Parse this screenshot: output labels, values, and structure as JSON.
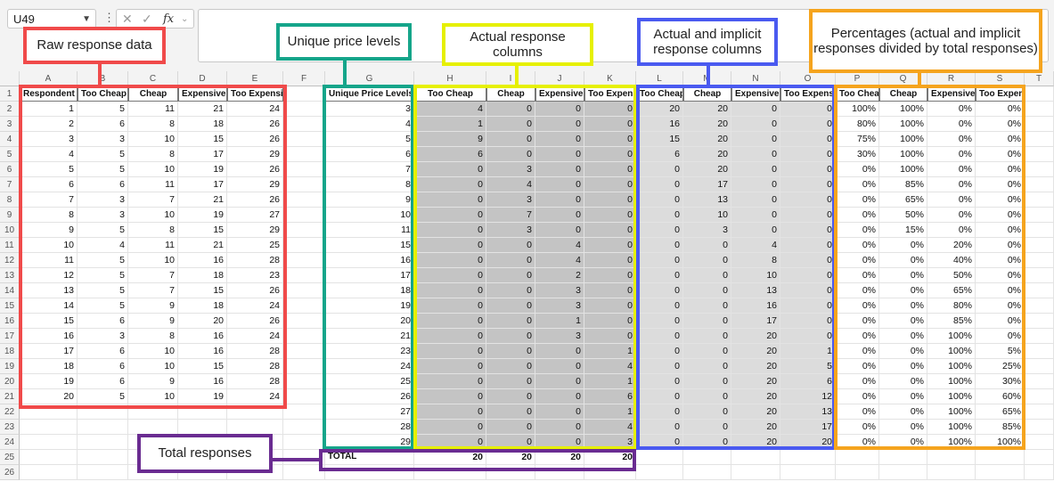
{
  "formula_bar": {
    "name_box": "U49",
    "function_icon": "fx"
  },
  "columns": [
    "A",
    "B",
    "C",
    "D",
    "E",
    "F",
    "G",
    "H",
    "I",
    "J",
    "K",
    "L",
    "M",
    "N",
    "O",
    "P",
    "Q",
    "R",
    "S",
    "T"
  ],
  "rows": [
    "1",
    "2",
    "3",
    "4",
    "5",
    "6",
    "7",
    "8",
    "9",
    "10",
    "11",
    "12",
    "13",
    "14",
    "15",
    "16",
    "17",
    "18",
    "19",
    "20",
    "21",
    "22",
    "23",
    "24",
    "25",
    "26"
  ],
  "raw_headers": [
    "Respondent",
    "Too Cheap",
    "Cheap",
    "Expensive",
    "Too Expensive"
  ],
  "raw_data": [
    [
      "1",
      "5",
      "11",
      "21",
      "24"
    ],
    [
      "2",
      "6",
      "8",
      "18",
      "26"
    ],
    [
      "3",
      "3",
      "10",
      "15",
      "26"
    ],
    [
      "4",
      "5",
      "8",
      "17",
      "29"
    ],
    [
      "5",
      "5",
      "10",
      "19",
      "26"
    ],
    [
      "6",
      "6",
      "11",
      "17",
      "29"
    ],
    [
      "7",
      "3",
      "7",
      "21",
      "26"
    ],
    [
      "8",
      "3",
      "10",
      "19",
      "27"
    ],
    [
      "9",
      "5",
      "8",
      "15",
      "29"
    ],
    [
      "10",
      "4",
      "11",
      "21",
      "25"
    ],
    [
      "11",
      "5",
      "10",
      "16",
      "28"
    ],
    [
      "12",
      "5",
      "7",
      "18",
      "23"
    ],
    [
      "13",
      "5",
      "7",
      "15",
      "26"
    ],
    [
      "14",
      "5",
      "9",
      "18",
      "24"
    ],
    [
      "15",
      "6",
      "9",
      "20",
      "26"
    ],
    [
      "16",
      "3",
      "8",
      "16",
      "24"
    ],
    [
      "17",
      "6",
      "10",
      "16",
      "28"
    ],
    [
      "18",
      "6",
      "10",
      "15",
      "28"
    ],
    [
      "19",
      "6",
      "9",
      "16",
      "28"
    ],
    [
      "20",
      "5",
      "10",
      "19",
      "24"
    ]
  ],
  "price_header": "Unique Price Levels",
  "price_levels": [
    "3",
    "4",
    "5",
    "6",
    "7",
    "8",
    "9",
    "10",
    "11",
    "15",
    "16",
    "17",
    "18",
    "19",
    "20",
    "21",
    "23",
    "24",
    "25",
    "26",
    "27",
    "28",
    "29"
  ],
  "actual_headers": [
    "Too Cheap",
    "Cheap",
    "Expensive",
    "Too Expensive"
  ],
  "actual_data": [
    [
      "4",
      "0",
      "0",
      "0"
    ],
    [
      "1",
      "0",
      "0",
      "0"
    ],
    [
      "9",
      "0",
      "0",
      "0"
    ],
    [
      "6",
      "0",
      "0",
      "0"
    ],
    [
      "0",
      "3",
      "0",
      "0"
    ],
    [
      "0",
      "4",
      "0",
      "0"
    ],
    [
      "0",
      "3",
      "0",
      "0"
    ],
    [
      "0",
      "7",
      "0",
      "0"
    ],
    [
      "0",
      "3",
      "0",
      "0"
    ],
    [
      "0",
      "0",
      "4",
      "0"
    ],
    [
      "0",
      "0",
      "4",
      "0"
    ],
    [
      "0",
      "0",
      "2",
      "0"
    ],
    [
      "0",
      "0",
      "3",
      "0"
    ],
    [
      "0",
      "0",
      "3",
      "0"
    ],
    [
      "0",
      "0",
      "1",
      "0"
    ],
    [
      "0",
      "0",
      "3",
      "0"
    ],
    [
      "0",
      "0",
      "0",
      "1"
    ],
    [
      "0",
      "0",
      "0",
      "4"
    ],
    [
      "0",
      "0",
      "0",
      "1"
    ],
    [
      "0",
      "0",
      "0",
      "6"
    ],
    [
      "0",
      "0",
      "0",
      "1"
    ],
    [
      "0",
      "0",
      "0",
      "4"
    ],
    [
      "0",
      "0",
      "0",
      "3"
    ]
  ],
  "implicit_headers": [
    "Too Cheap",
    "Cheap",
    "Expensive",
    "Too Expensive"
  ],
  "implicit_data": [
    [
      "20",
      "20",
      "0",
      "0"
    ],
    [
      "16",
      "20",
      "0",
      "0"
    ],
    [
      "15",
      "20",
      "0",
      "0"
    ],
    [
      "6",
      "20",
      "0",
      "0"
    ],
    [
      "0",
      "20",
      "0",
      "0"
    ],
    [
      "0",
      "17",
      "0",
      "0"
    ],
    [
      "0",
      "13",
      "0",
      "0"
    ],
    [
      "0",
      "10",
      "0",
      "0"
    ],
    [
      "0",
      "3",
      "0",
      "0"
    ],
    [
      "0",
      "0",
      "4",
      "0"
    ],
    [
      "0",
      "0",
      "8",
      "0"
    ],
    [
      "0",
      "0",
      "10",
      "0"
    ],
    [
      "0",
      "0",
      "13",
      "0"
    ],
    [
      "0",
      "0",
      "16",
      "0"
    ],
    [
      "0",
      "0",
      "17",
      "0"
    ],
    [
      "0",
      "0",
      "20",
      "0"
    ],
    [
      "0",
      "0",
      "20",
      "1"
    ],
    [
      "0",
      "0",
      "20",
      "5"
    ],
    [
      "0",
      "0",
      "20",
      "6"
    ],
    [
      "0",
      "0",
      "20",
      "12"
    ],
    [
      "0",
      "0",
      "20",
      "13"
    ],
    [
      "0",
      "0",
      "20",
      "17"
    ],
    [
      "0",
      "0",
      "20",
      "20"
    ]
  ],
  "pct_headers": [
    "Too Cheap",
    "Cheap",
    "Expensive",
    "Too Expensive"
  ],
  "pct_data": [
    [
      "100%",
      "100%",
      "0%",
      "0%"
    ],
    [
      "80%",
      "100%",
      "0%",
      "0%"
    ],
    [
      "75%",
      "100%",
      "0%",
      "0%"
    ],
    [
      "30%",
      "100%",
      "0%",
      "0%"
    ],
    [
      "0%",
      "100%",
      "0%",
      "0%"
    ],
    [
      "0%",
      "85%",
      "0%",
      "0%"
    ],
    [
      "0%",
      "65%",
      "0%",
      "0%"
    ],
    [
      "0%",
      "50%",
      "0%",
      "0%"
    ],
    [
      "0%",
      "15%",
      "0%",
      "0%"
    ],
    [
      "0%",
      "0%",
      "20%",
      "0%"
    ],
    [
      "0%",
      "0%",
      "40%",
      "0%"
    ],
    [
      "0%",
      "0%",
      "50%",
      "0%"
    ],
    [
      "0%",
      "0%",
      "65%",
      "0%"
    ],
    [
      "0%",
      "0%",
      "80%",
      "0%"
    ],
    [
      "0%",
      "0%",
      "85%",
      "0%"
    ],
    [
      "0%",
      "0%",
      "100%",
      "0%"
    ],
    [
      "0%",
      "0%",
      "100%",
      "5%"
    ],
    [
      "0%",
      "0%",
      "100%",
      "25%"
    ],
    [
      "0%",
      "0%",
      "100%",
      "30%"
    ],
    [
      "0%",
      "0%",
      "100%",
      "60%"
    ],
    [
      "0%",
      "0%",
      "100%",
      "65%"
    ],
    [
      "0%",
      "0%",
      "100%",
      "85%"
    ],
    [
      "0%",
      "0%",
      "100%",
      "100%"
    ]
  ],
  "total_label": "TOTAL",
  "totals": [
    "20",
    "20",
    "20",
    "20"
  ],
  "callouts": {
    "raw": "Raw response data",
    "unique": "Unique price levels",
    "actual": "Actual response columns",
    "implicit": "Actual and implicit response columns",
    "percent": "Percentages (actual and implicit responses divided by total responses)",
    "total": "Total responses"
  },
  "colors": {
    "raw": "#f04a4a",
    "unique": "#15a58a",
    "actual": "#e6f000",
    "implicit": "#4a5af0",
    "percent": "#f5a41e",
    "total": "#6a2c91",
    "dark_fill": "#c4c4c4",
    "light_fill": "#dcdcdc"
  }
}
